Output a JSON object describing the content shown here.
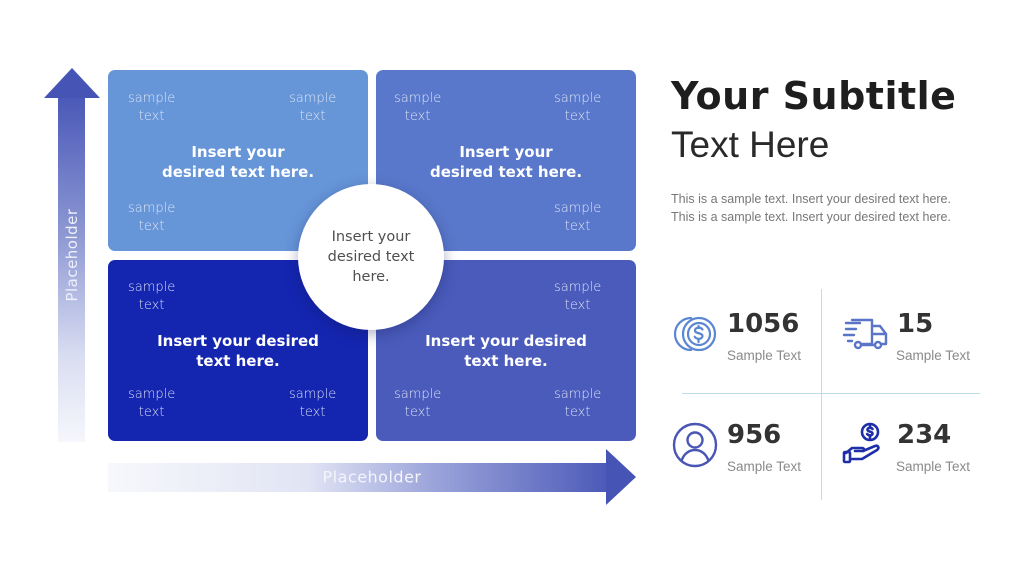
{
  "axes": {
    "vertical_label": "Placeholder",
    "horizontal_label": "Placeholder",
    "arrow_color": "#4654b5"
  },
  "quadrants": [
    {
      "id": "top-left",
      "color": "#6695d8",
      "main": [
        "Insert your",
        "desired text here."
      ],
      "samples": [
        [
          "sample",
          "text"
        ],
        [
          "sample",
          "text"
        ],
        [
          "sample",
          "text"
        ]
      ]
    },
    {
      "id": "top-right",
      "color": "#5a78cb",
      "main": [
        "Insert your",
        "desired text here."
      ],
      "samples": [
        [
          "sample",
          "text"
        ],
        [
          "sample",
          "text"
        ],
        [
          "sample",
          "text"
        ]
      ]
    },
    {
      "id": "bottom-left",
      "color": "#1425b0",
      "main": [
        "Insert your desired",
        "text here."
      ],
      "samples": [
        [
          "sample",
          "text"
        ],
        [
          "sample",
          "text"
        ],
        [
          "sample",
          "text"
        ]
      ]
    },
    {
      "id": "bottom-right",
      "color": "#4a5bbb",
      "main": [
        "Insert your desired",
        "text here."
      ],
      "samples": [
        [
          "sample",
          "text"
        ],
        [
          "sample",
          "text"
        ],
        [
          "sample",
          "text"
        ]
      ]
    }
  ],
  "center": {
    "lines": [
      "Insert your",
      "desired text",
      "here."
    ]
  },
  "header": {
    "title": "Your Subtitle",
    "subtitle": "Text Here",
    "description": "This is a sample text. Insert your desired text here. This is a sample text. Insert your desired text here."
  },
  "stats": [
    {
      "icon": "coins-dollar-icon",
      "value": "1056",
      "label": "Sample Text",
      "icon_color": "#5b86d1"
    },
    {
      "icon": "delivery-truck-icon",
      "value": "15",
      "label": "Sample Text",
      "icon_color": "#5a74c8"
    },
    {
      "icon": "user-circle-icon",
      "value": "956",
      "label": "Sample Text",
      "icon_color": "#4a56b3"
    },
    {
      "icon": "hand-dollar-icon",
      "value": "234",
      "label": "Sample Text",
      "icon_color": "#1e2ea8"
    }
  ]
}
